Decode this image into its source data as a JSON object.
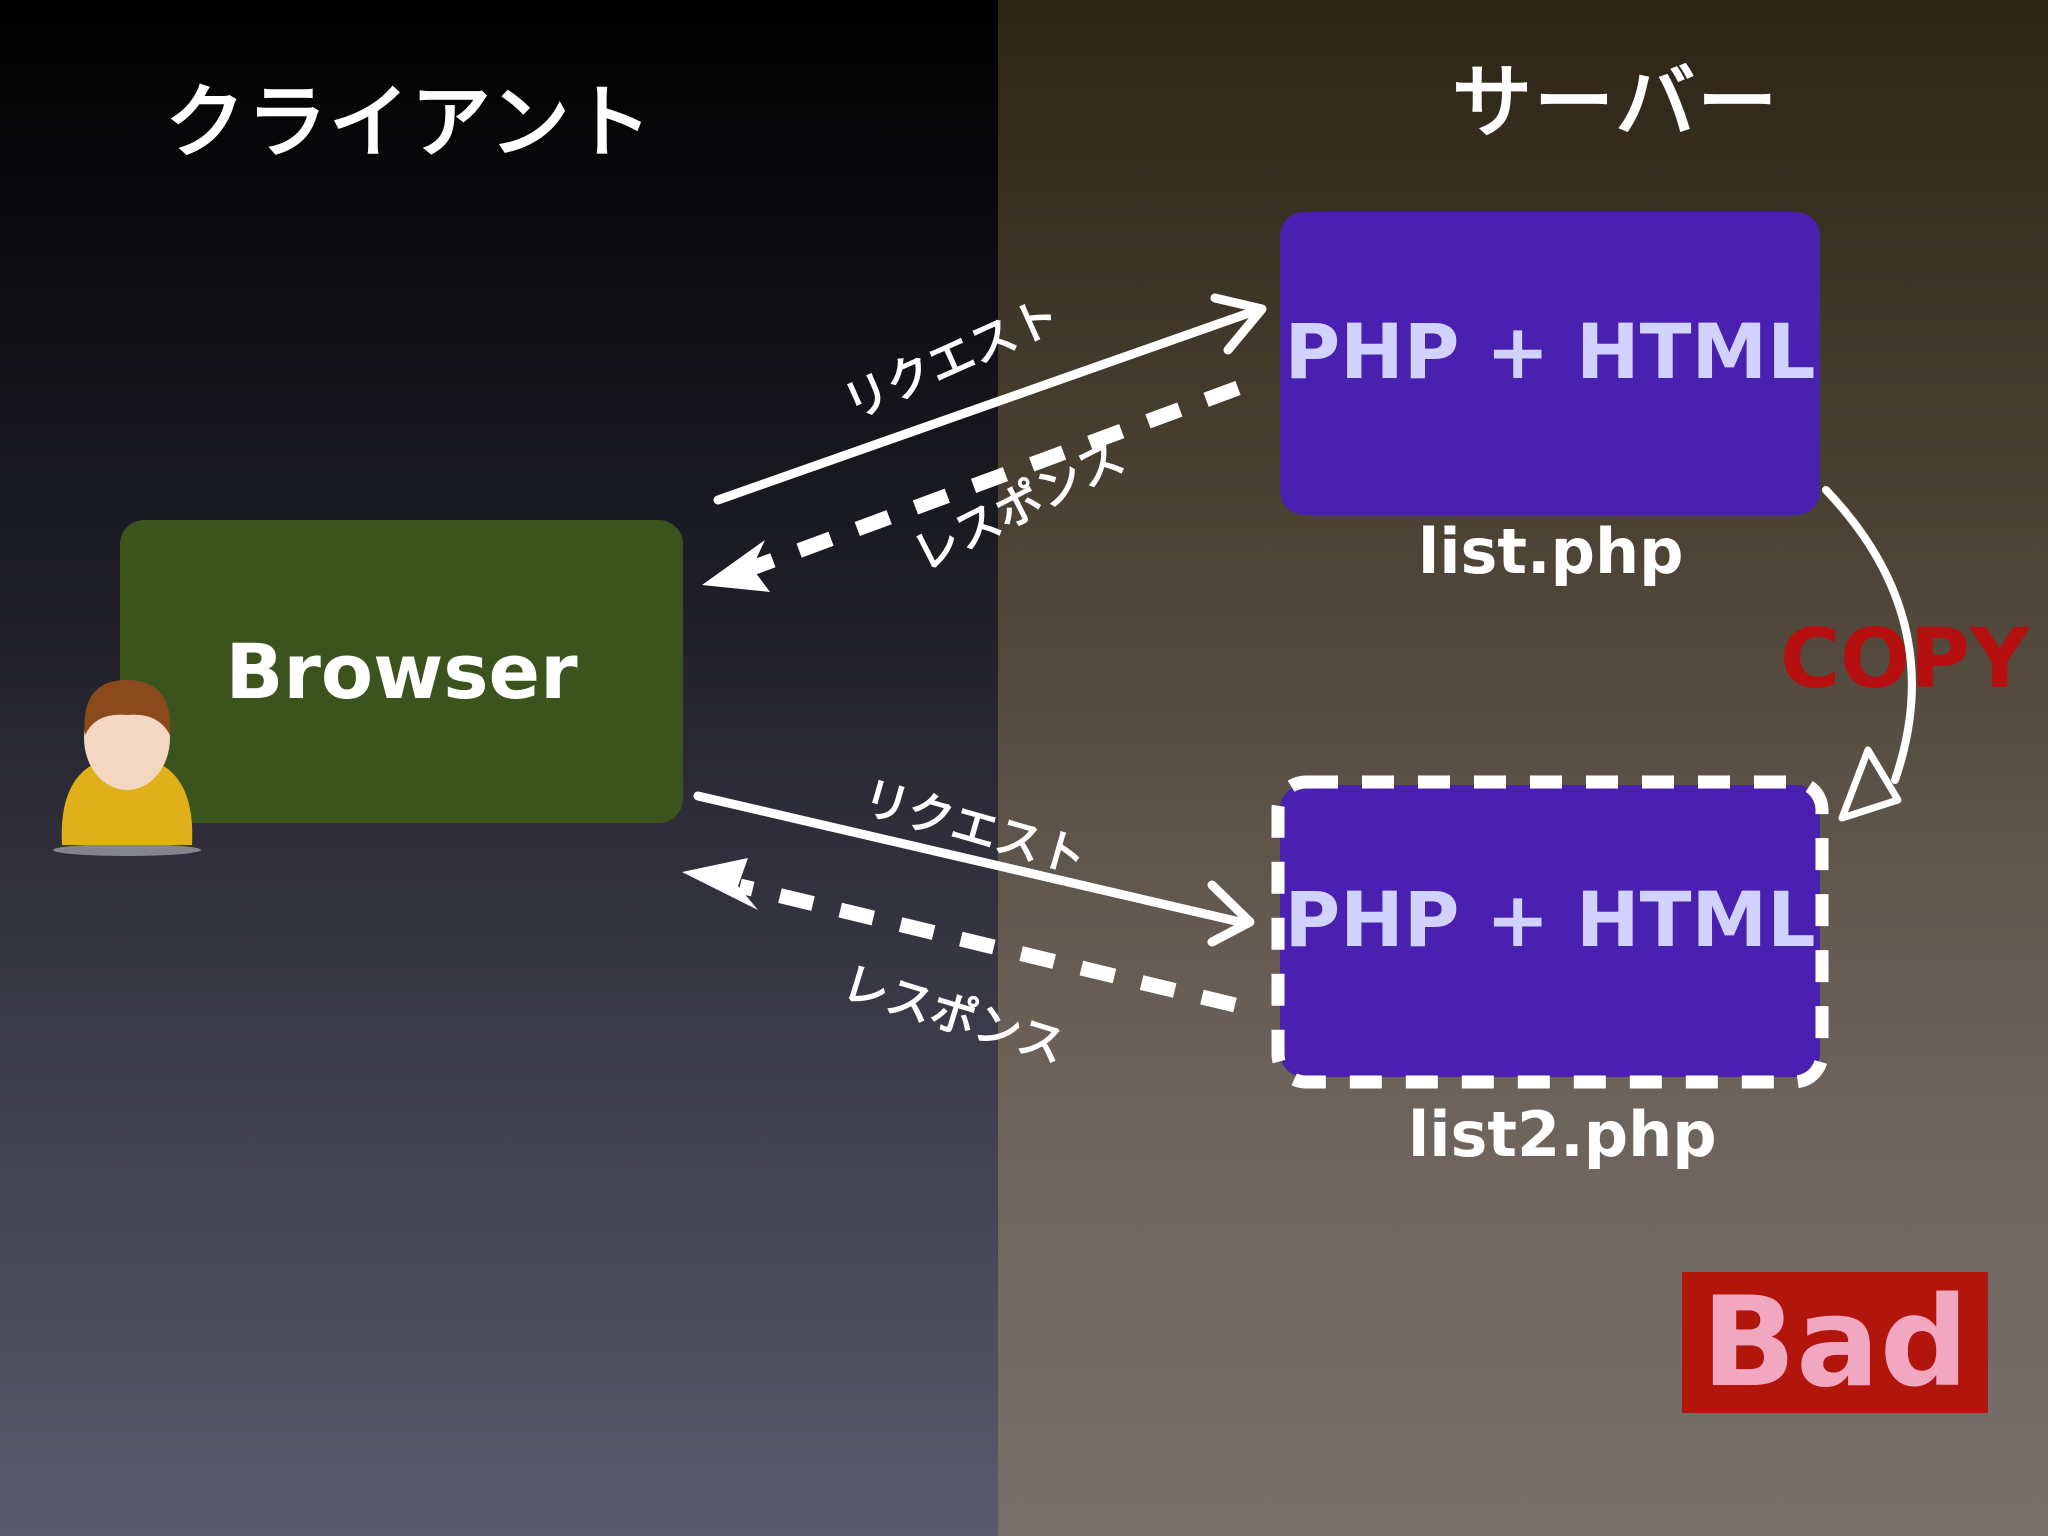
{
  "client": {
    "title": "クライアント"
  },
  "server": {
    "title": "サーバー"
  },
  "browser": {
    "label": "Browser"
  },
  "php_file_1": {
    "box_label": "PHP + HTML",
    "filename": "list.php"
  },
  "php_file_2": {
    "box_label": "PHP + HTML",
    "filename": "list2.php"
  },
  "flows": {
    "request_1": "リクエスト",
    "response_1": "レスポンス",
    "request_2": "リクエスト",
    "response_2": "レスポンス"
  },
  "copy_label": "COPY",
  "verdict": "Bad",
  "colors": {
    "browser": "#3b531c",
    "php_box": "#4a20b0",
    "php_text": "#d2d2ff",
    "copy": "#b50f0f",
    "bad_bg": "#b2150b",
    "bad_text": "#f2a7c0"
  }
}
